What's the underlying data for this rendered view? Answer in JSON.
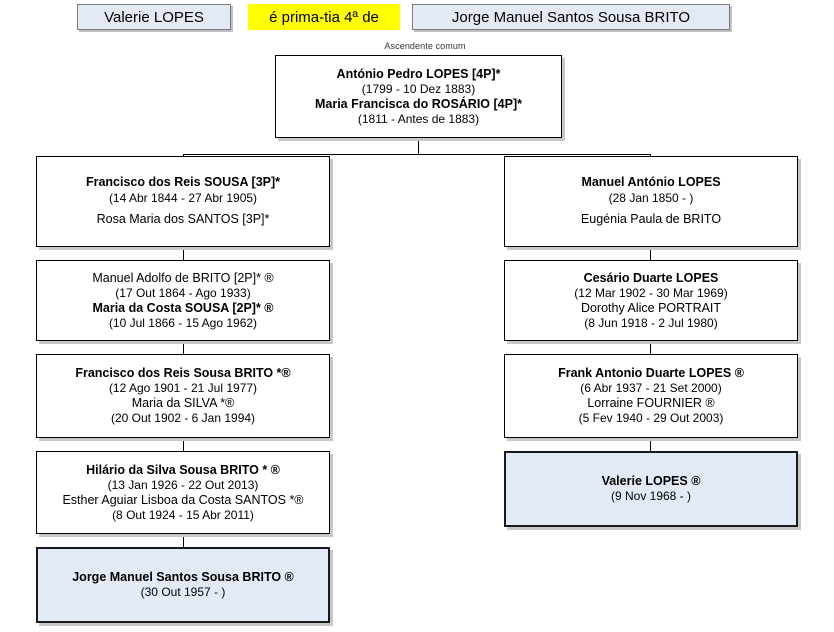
{
  "header": {
    "left_person": "Valerie LOPES",
    "relation": "é prima-tia 4ª de",
    "right_person": "Jorge Manuel Santos Sousa BRITO",
    "colors": {
      "person_box_bg": "#e4eaf5",
      "relation_bg": "#ffff00",
      "highlight_bg": "#e2e9f7"
    }
  },
  "ancestor_caption": "Ascendente comum",
  "root": {
    "name1": "António Pedro LOPES [4P]*",
    "dates1": "(1799 - 10 Dez 1883)",
    "name2": "Maria Francisca do ROSÁRIO [4P]*",
    "dates2": "(1811 - Antes de 1883)"
  },
  "left_column": [
    {
      "name1": "Francisco dos Reis SOUSA [3P]*",
      "dates1": "(14 Abr 1844 - 27 Abr 1905)",
      "name2": "Rosa Maria dos SANTOS [3P]*",
      "dates2": "",
      "bold1": true,
      "bold2": false,
      "highlight": false
    },
    {
      "name1": "Manuel Adolfo de BRITO [2P]* ®",
      "dates1": "(17 Out 1864 - Ago 1933)",
      "name2": "Maria da Costa SOUSA [2P]* ®",
      "dates2": "(10 Jul 1866 - 15 Ago 1962)",
      "bold1": false,
      "bold2": true,
      "highlight": false
    },
    {
      "name1": "Francisco dos Reis Sousa BRITO *®",
      "dates1": "(12 Ago 1901 - 21 Jul 1977)",
      "name2": "Maria da SILVA *®",
      "dates2": "(20 Out 1902 - 6 Jan 1994)",
      "bold1": true,
      "bold2": false,
      "highlight": false
    },
    {
      "name1": "Hilário da Silva Sousa BRITO * ®",
      "dates1": "(13 Jan 1926 - 22 Out 2013)",
      "name2": "Esther Aguiar Lisboa da Costa SANTOS *®",
      "dates2": "(8 Out 1924 - 15 Abr 2011)",
      "bold1": true,
      "bold2": false,
      "highlight": false
    },
    {
      "name1": "Jorge Manuel Santos Sousa BRITO ®",
      "dates1": "(30 Out 1957 -            )",
      "name2": "",
      "dates2": "",
      "bold1": true,
      "bold2": false,
      "highlight": true
    }
  ],
  "right_column": [
    {
      "name1": "Manuel António LOPES",
      "dates1": "(28 Jan 1850 -            )",
      "name2": "Eugénia Paula de BRITO",
      "dates2": "",
      "bold1": true,
      "bold2": false,
      "highlight": false
    },
    {
      "name1": "Cesário Duarte LOPES",
      "dates1": "(12 Mar 1902 - 30 Mar 1969)",
      "name2": "Dorothy Alice PORTRAIT",
      "dates2": "(8 Jun 1918 - 2 Jul 1980)",
      "bold1": true,
      "bold2": false,
      "highlight": false
    },
    {
      "name1": "Frank Antonio Duarte LOPES ®",
      "dates1": "(6 Abr 1937 - 21 Set 2000)",
      "name2": "Lorraine FOURNIER ®",
      "dates2": "(5 Fev 1940 - 29 Out 2003)",
      "bold1": true,
      "bold2": false,
      "highlight": false
    },
    {
      "name1": "Valerie LOPES ®",
      "dates1": "(9 Nov 1968 -            )",
      "name2": "",
      "dates2": "",
      "bold1": true,
      "bold2": false,
      "highlight": true
    }
  ]
}
